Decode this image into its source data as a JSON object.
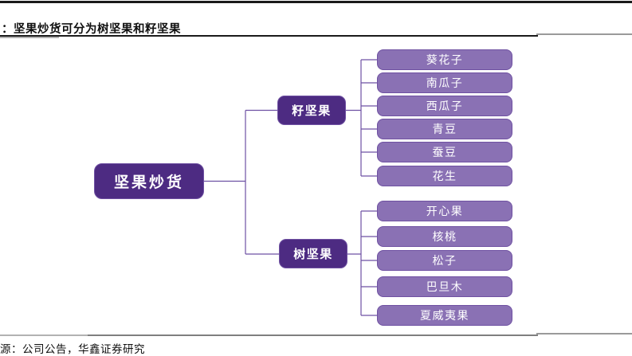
{
  "header": {
    "title": "：坚果炒货可分为树坚果和籽坚果"
  },
  "footer": {
    "source": "源：公司公告，华鑫证券研究"
  },
  "tree": {
    "root": "坚果炒货",
    "branches": [
      {
        "label": "籽坚果",
        "children": [
          "葵花子",
          "南瓜子",
          "西瓜子",
          "青豆",
          "蚕豆",
          "花生"
        ]
      },
      {
        "label": "树坚果",
        "children": [
          "开心果",
          "核桃",
          "松子",
          "巴旦木",
          "夏威夷果"
        ]
      }
    ]
  },
  "colors": {
    "accent-dark": "#4d2b82",
    "accent-light": "#8a71b4",
    "accent-border": "#6f51a2",
    "connector": "#6e51a3",
    "divider-dark": "#1a1a1a",
    "divider-gray": "#9a9a9a",
    "divider-light": "#b2b2b2",
    "text-dark": "#111111"
  }
}
